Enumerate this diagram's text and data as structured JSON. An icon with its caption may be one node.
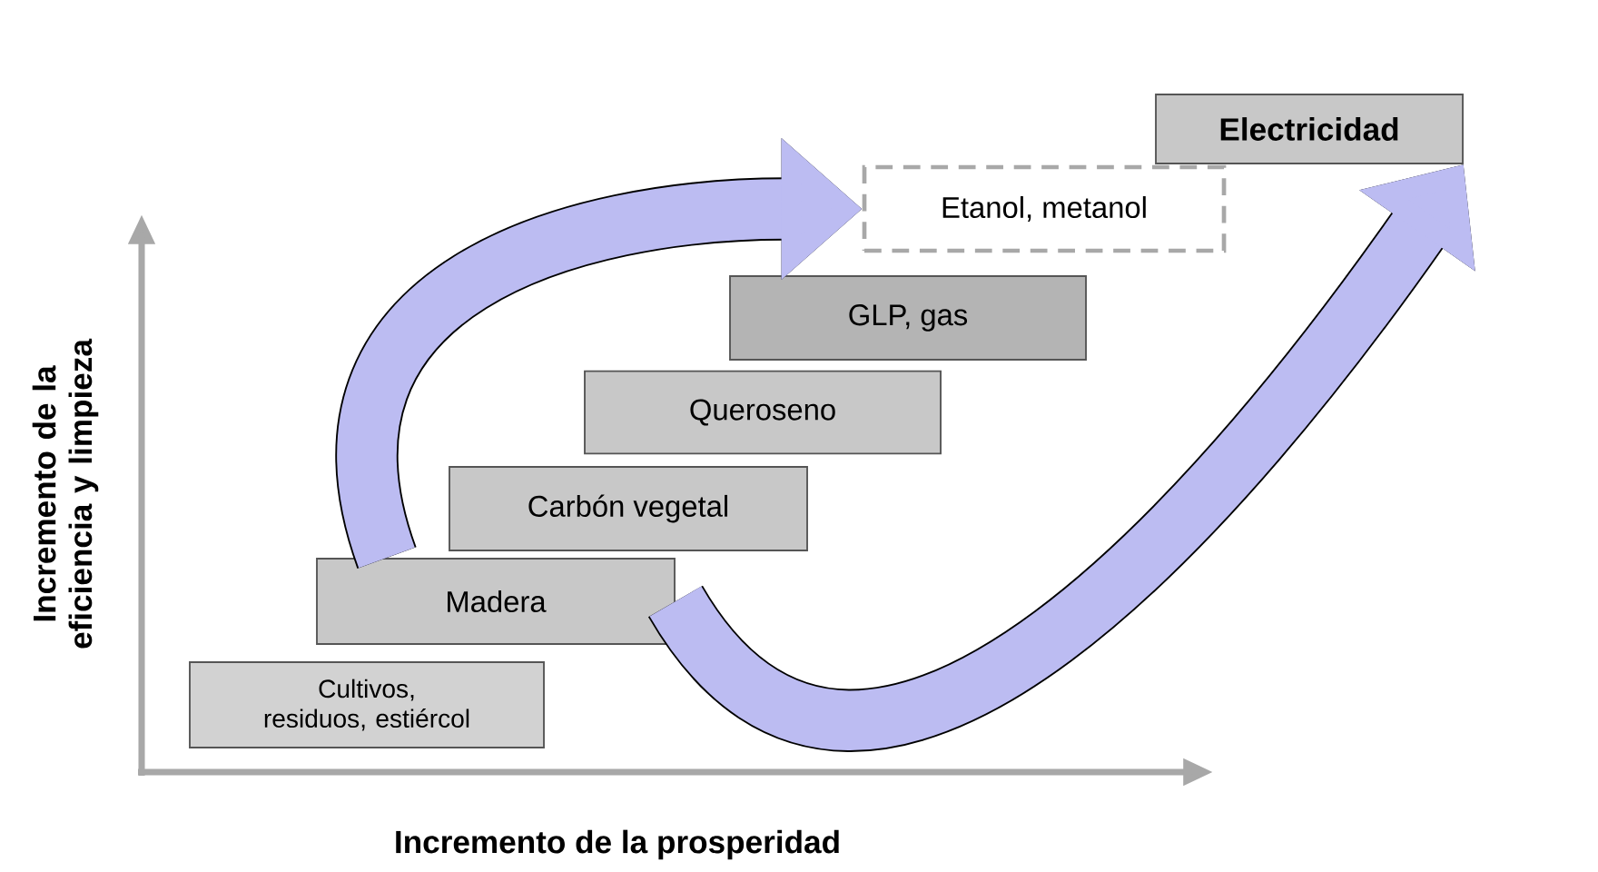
{
  "diagram": {
    "nodes": [
      {
        "text": [
          "Electricidad"
        ]
      },
      {
        "text": [
          "Etanol, metanol"
        ]
      },
      {
        "text": [
          "GLP, gas"
        ]
      },
      {
        "text": [
          "Queroseno"
        ]
      },
      {
        "text": [
          "Carbón vegetal"
        ]
      },
      {
        "text": [
          "Madera"
        ]
      },
      {
        "text": [
          "Cultivos, residuos, estiércol"
        ]
      }
    ],
    "edges": [
      {
        "from": 5,
        "to": 1,
        "arrow": "to"
      },
      {
        "from": 5,
        "to": 0,
        "arrow": "to"
      }
    ],
    "labels": [
      "Incremento de la eficiencia y limpieza",
      "Incremento de la prosperidad"
    ]
  }
}
